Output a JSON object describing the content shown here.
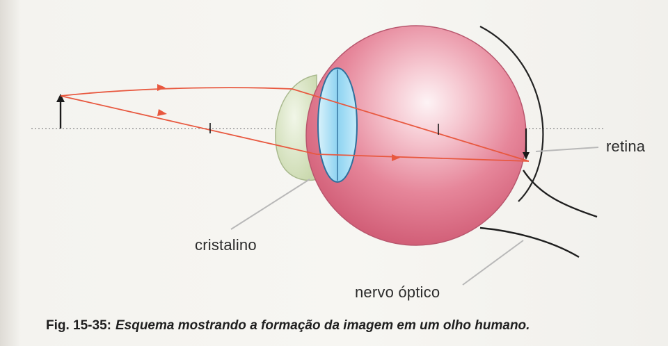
{
  "labels": {
    "retina": "retina",
    "cristalino": "cristalino",
    "nervo_optico": "nervo óptico"
  },
  "caption": {
    "number": "Fig. 15-35:",
    "text": "Esquema mostrando a formação da imagem em um olho humano."
  },
  "colors": {
    "eyeball": "#e06d86",
    "cornea": "#dde9c8",
    "lens": "#8fd4f0",
    "ray": "#e8583f",
    "leader_line": "#b8b8b8"
  }
}
